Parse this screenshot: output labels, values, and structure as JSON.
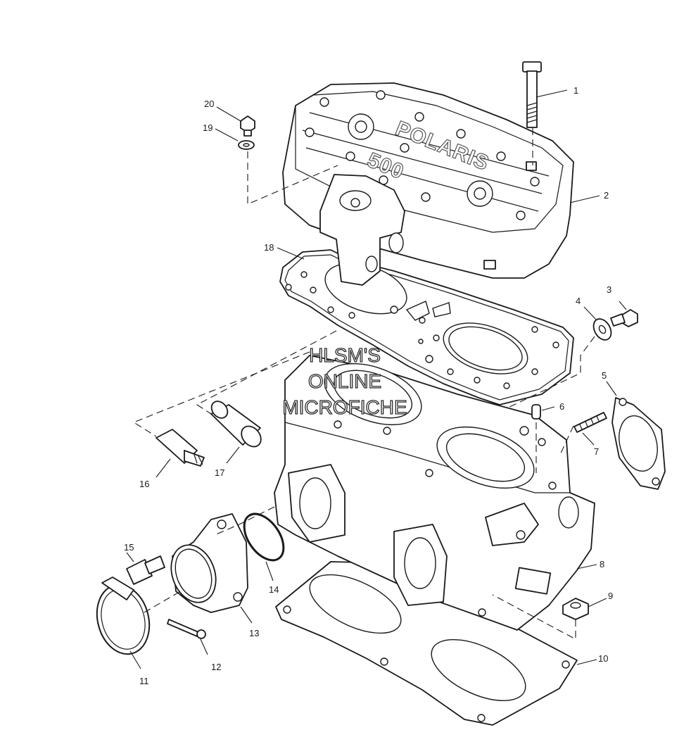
{
  "watermark": {
    "line1": "HLSM'S",
    "line2": "ONLINE",
    "line3": "MICROFICHE"
  },
  "cover_logo": {
    "brand": "POLARIS",
    "model": "500"
  },
  "callouts": [
    {
      "label": "1"
    },
    {
      "label": "2"
    },
    {
      "label": "3"
    },
    {
      "label": "4"
    },
    {
      "label": "5"
    },
    {
      "label": "6"
    },
    {
      "label": "7"
    },
    {
      "label": "8"
    },
    {
      "label": "9"
    },
    {
      "label": "10"
    },
    {
      "label": "11"
    },
    {
      "label": "12"
    },
    {
      "label": "13"
    },
    {
      "label": "14"
    },
    {
      "label": "15"
    },
    {
      "label": "16"
    },
    {
      "label": "17"
    },
    {
      "label": "18"
    },
    {
      "label": "19"
    },
    {
      "label": "20"
    }
  ]
}
